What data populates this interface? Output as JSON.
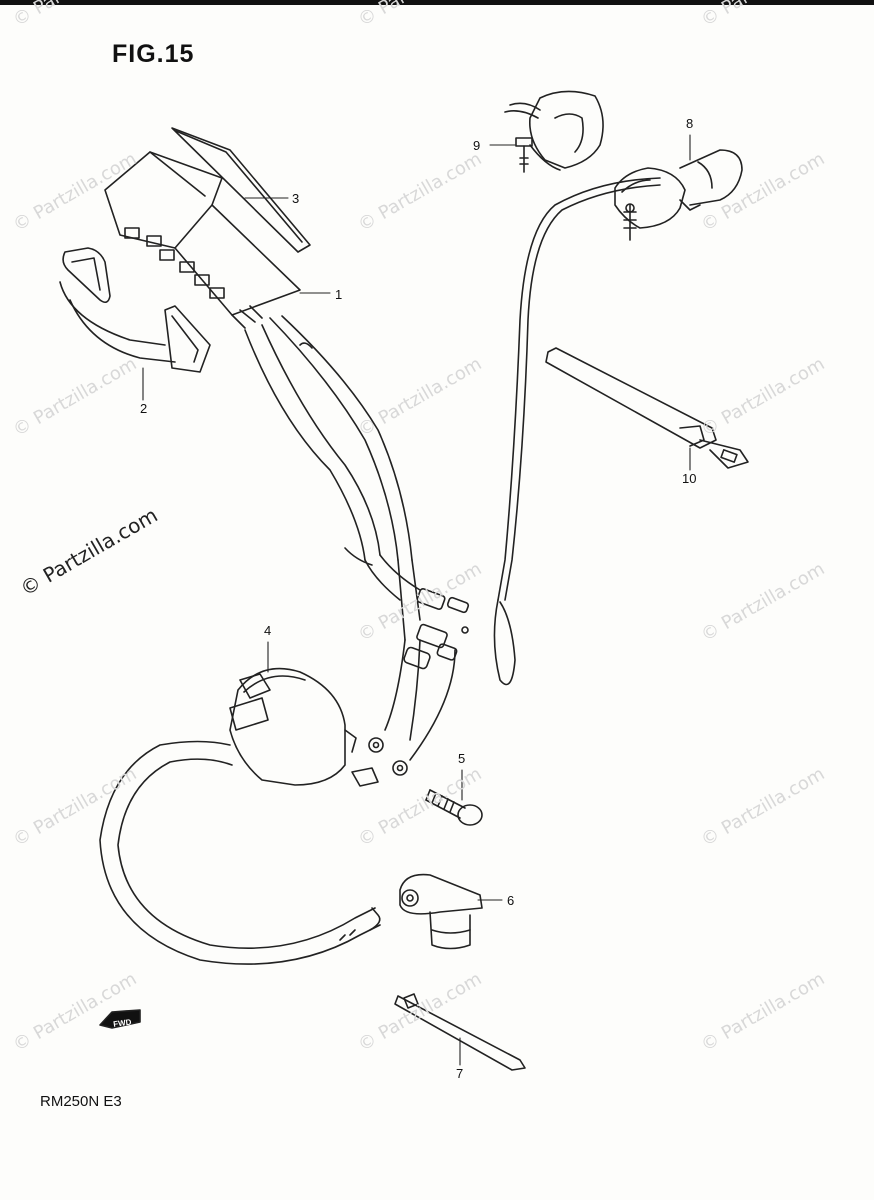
{
  "figure_title": "FIG.15",
  "model_label": "RM250N E3",
  "watermark_text": "© Partzilla.com",
  "callouts": {
    "c1": "1",
    "c2": "2",
    "c3": "3",
    "c4": "4",
    "c5": "5",
    "c6": "6",
    "c7": "7",
    "c8": "8",
    "c9": "9",
    "c10": "10"
  },
  "fwd_label": "FWD",
  "colors": {
    "line": "#222222",
    "watermark": "#d8d8d8",
    "paper": "#fdfdfb"
  }
}
